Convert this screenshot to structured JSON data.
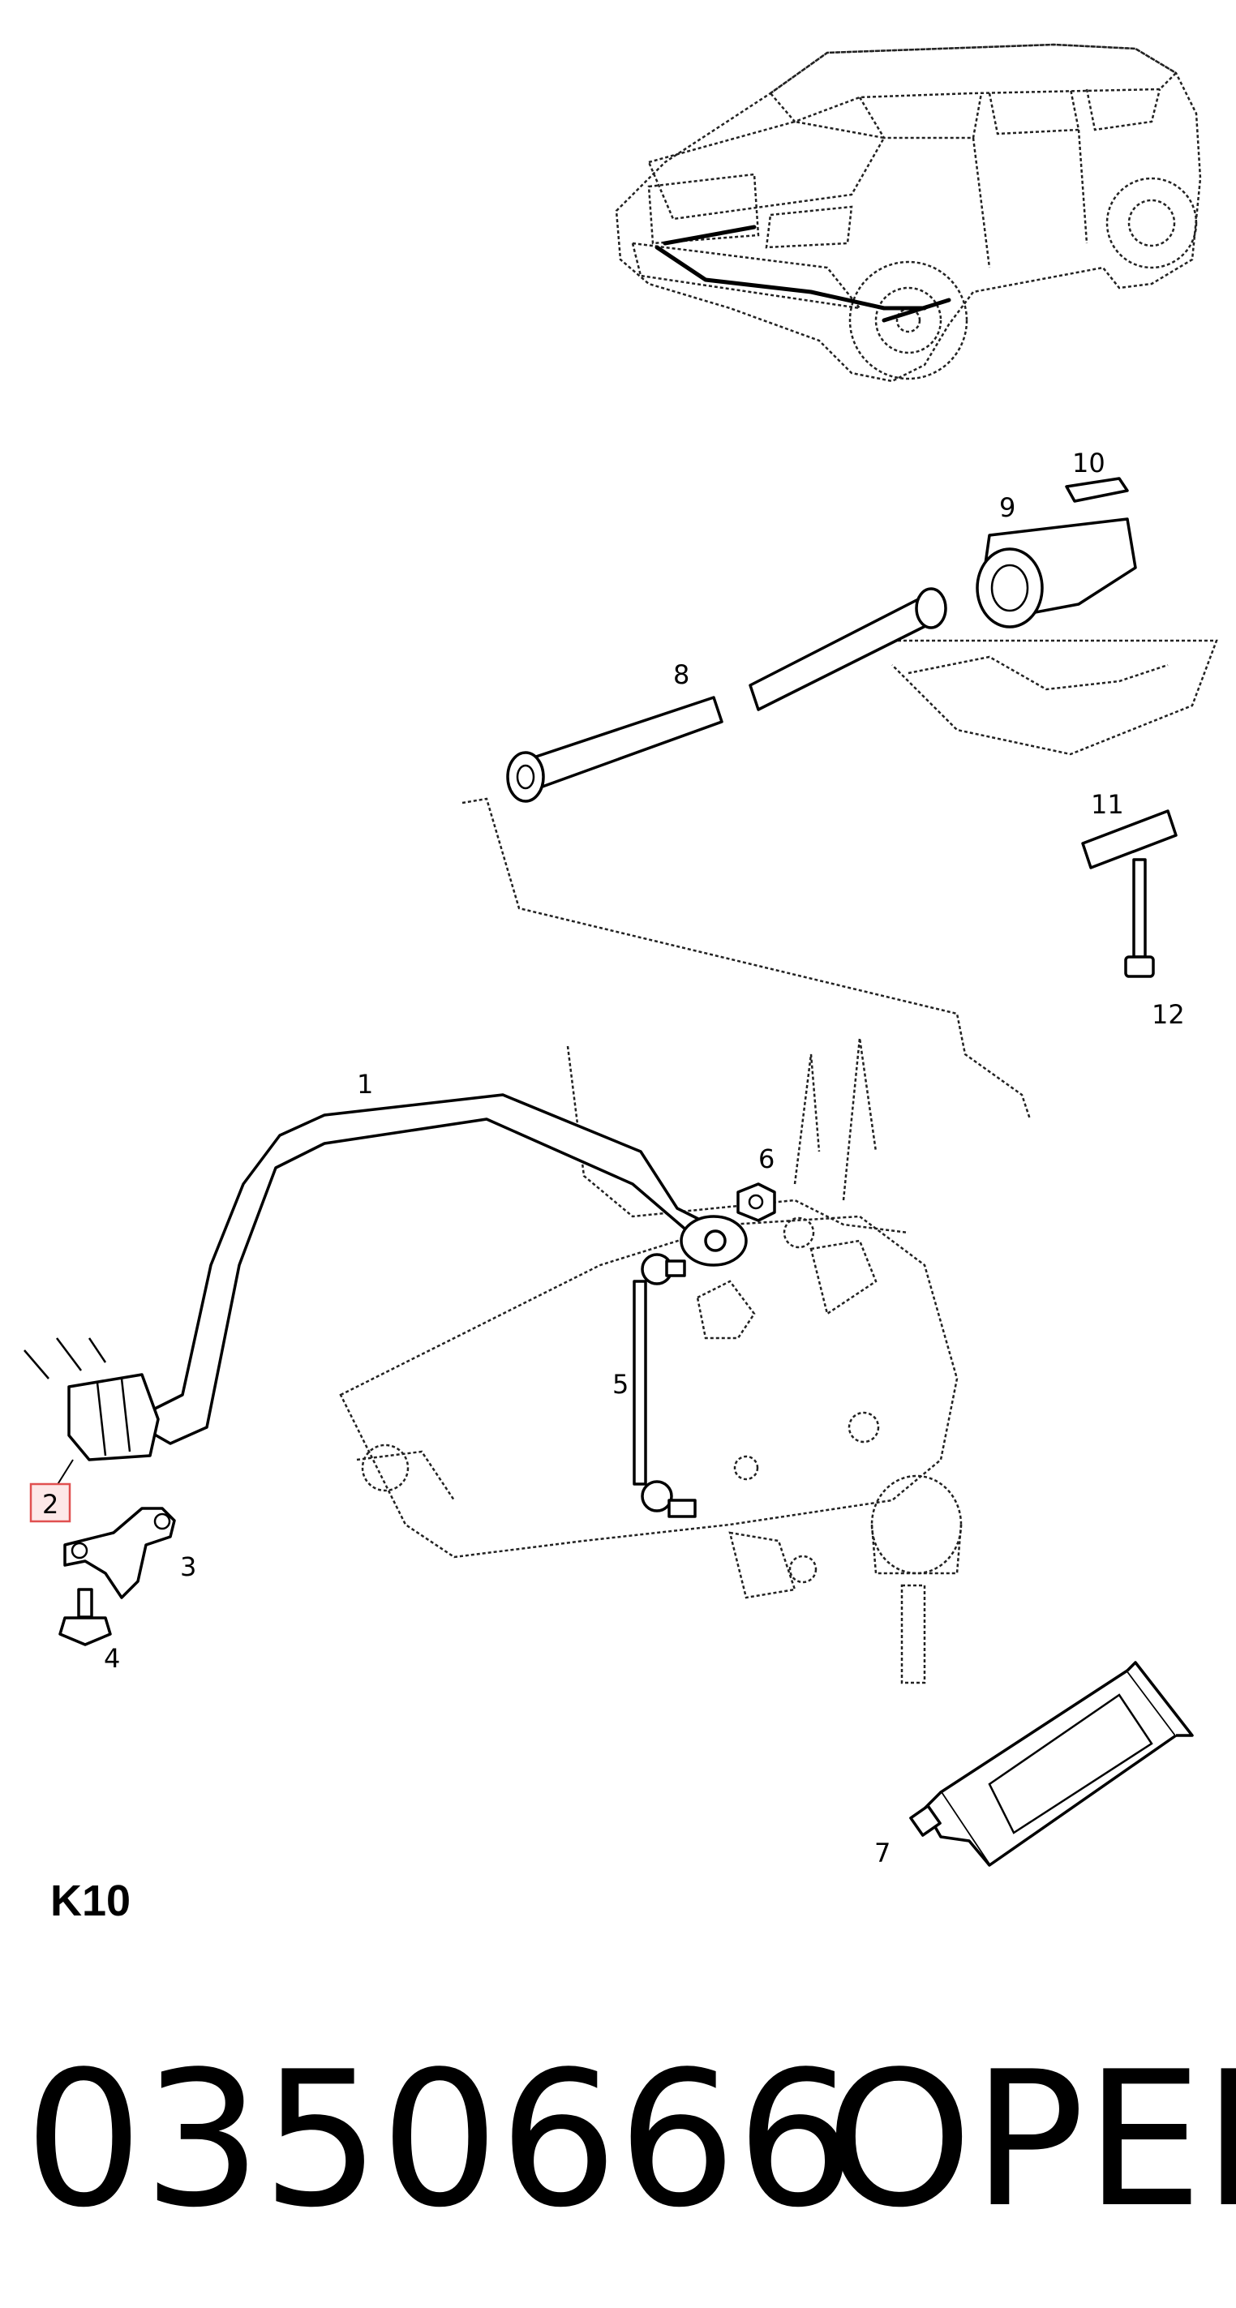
{
  "diagram": {
    "section_code": "K10",
    "part_number": "0350666",
    "brand": "OPEL",
    "highlighted_callout": "2",
    "highlight_color": "#e05050",
    "callouts": [
      "1",
      "2",
      "3",
      "4",
      "5",
      "6",
      "7",
      "8",
      "9",
      "10",
      "11",
      "12"
    ]
  }
}
